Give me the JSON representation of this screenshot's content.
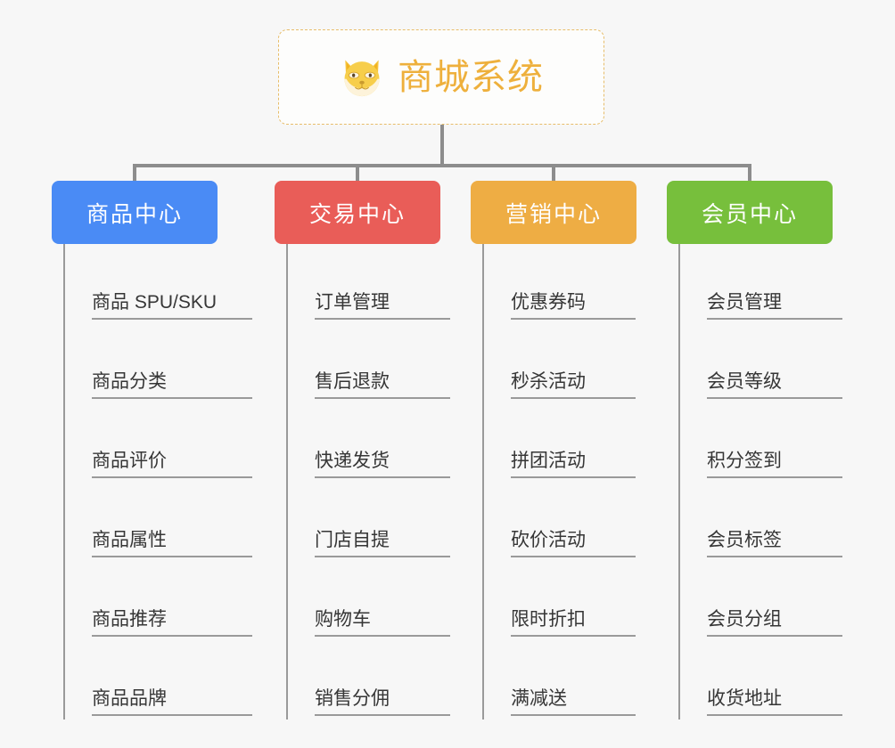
{
  "root": {
    "title": "商城系统",
    "icon": "dog-face-icon",
    "border_color": "#e7bd6a",
    "text_color": "#eeb03c"
  },
  "connector_color": "#8d8d8d",
  "background_color": "#f7f7f7",
  "categories": [
    {
      "label": "商品中心",
      "color": "#4a8bf5",
      "items": [
        "商品 SPU/SKU",
        "商品分类",
        "商品评价",
        "商品属性",
        "商品推荐",
        "商品品牌"
      ]
    },
    {
      "label": "交易中心",
      "color": "#e95d58",
      "items": [
        "订单管理",
        "售后退款",
        "快递发货",
        "门店自提",
        "购物车",
        "销售分佣"
      ]
    },
    {
      "label": "营销中心",
      "color": "#eead44",
      "items": [
        "优惠券码",
        "秒杀活动",
        "拼团活动",
        "砍价活动",
        "限时折扣",
        "满减送"
      ]
    },
    {
      "label": "会员中心",
      "color": "#77bf3c",
      "items": [
        "会员管理",
        "会员等级",
        "积分签到",
        "会员标签",
        "会员分组",
        "收货地址"
      ]
    }
  ]
}
